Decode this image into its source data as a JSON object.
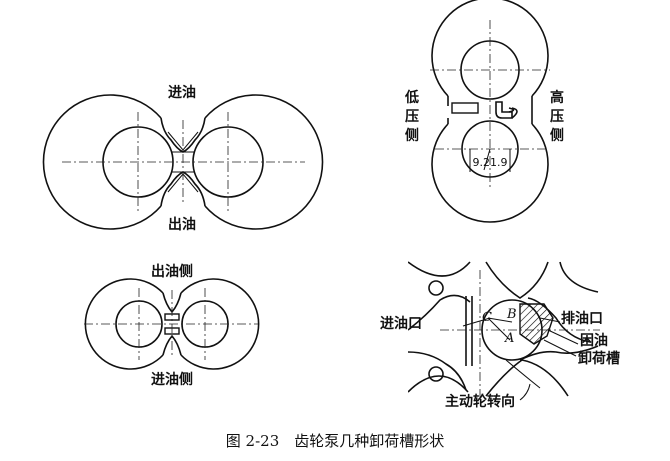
{
  "diagram_a": {
    "top_label": "进油",
    "bottom_label": "出油"
  },
  "diagram_b": {
    "left_label": "低压侧",
    "right_label": "高压侧",
    "dimension": "9.21.9"
  },
  "diagram_c": {
    "top_label": "出油侧",
    "bottom_label": "进油侧"
  },
  "diagram_d": {
    "inlet_label": "进油口",
    "outlet_label": "排油口",
    "relief_label_1": "困油",
    "relief_label_2": "卸荷槽",
    "rotation_label": "主动轮转向",
    "points": {
      "a": "A",
      "b": "B",
      "c": "C"
    }
  },
  "caption": "图 2-23　齿轮泵几种卸荷槽形状"
}
